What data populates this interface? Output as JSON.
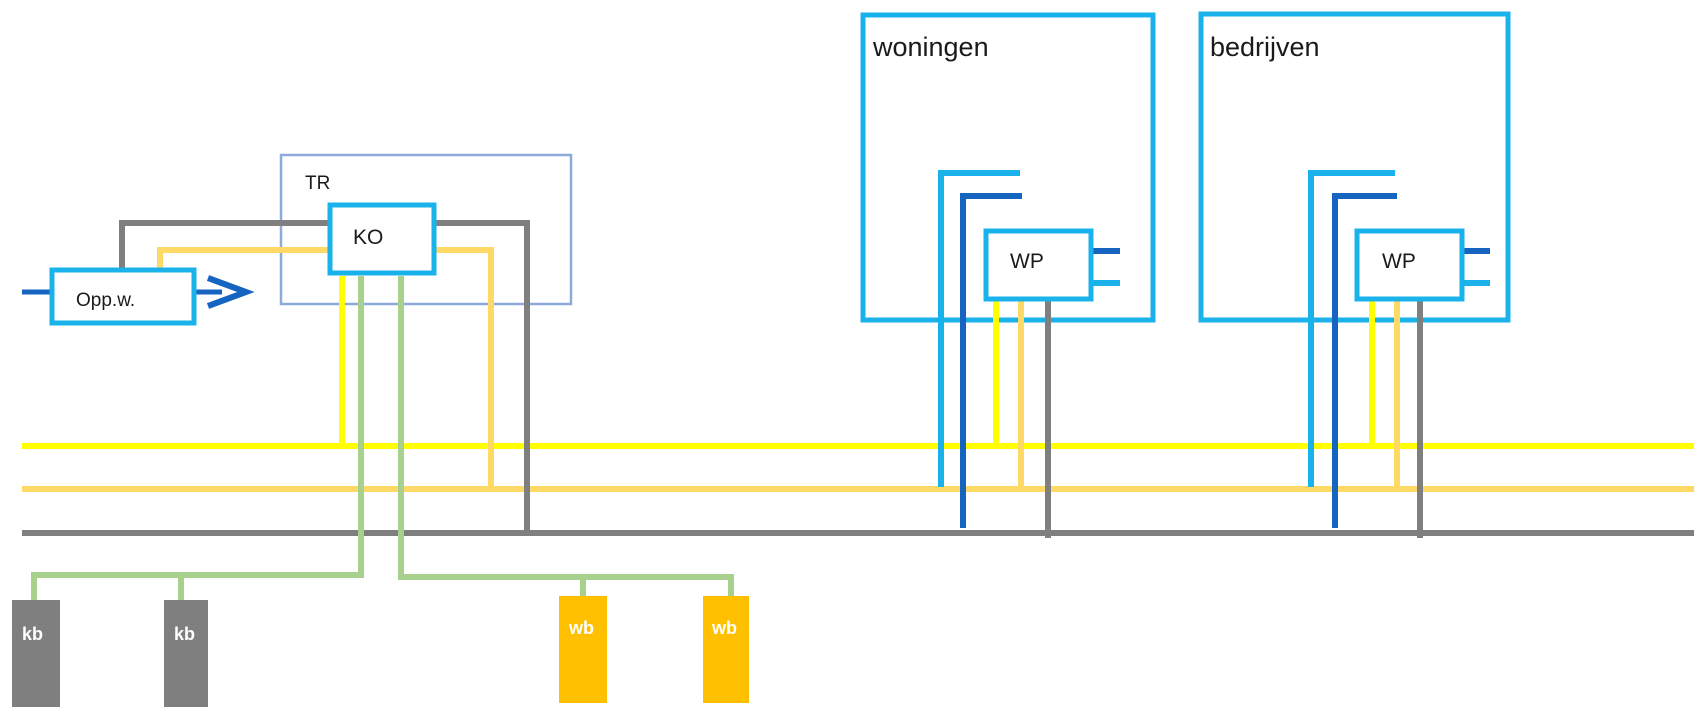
{
  "diagram": {
    "labels": {
      "tr": "TR",
      "ko": "KO",
      "opp_w": "Opp.w.",
      "woningen": "woningen",
      "bedrijven": "bedrijven",
      "wp_woningen": "WP",
      "wp_bedrijven": "WP",
      "kb_left": "kb",
      "kb_right": "kb",
      "wb_left": "wb",
      "wb_right": "wb"
    },
    "colors": {
      "light_blue": "#1ab2eb",
      "dark_blue": "#1565c0",
      "yellow": "#ffff00",
      "light_orange": "#ffd966",
      "grey": "#7f7f7f",
      "green": "#a9d18e",
      "orange": "#ffc000",
      "tr_border": "#8ea9db"
    }
  }
}
